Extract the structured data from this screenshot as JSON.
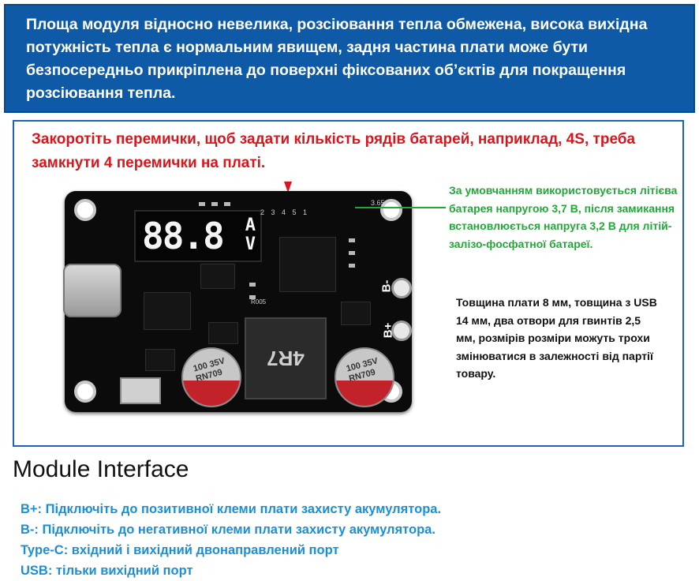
{
  "banner": {
    "text": "Площа модуля відносно невелика, розсіювання тепла обмежена, висока вихідна потужність тепла є нормальним явищем, задня частина плати може бути безпосередньо прикріплена до поверхні фіксованих об’єктів для покращення розсіювання тепла."
  },
  "notes": {
    "jumper": "Закоротіть перемички, щоб задати кількість рядів батарей, наприклад, 4S, треба замкнути 4 перемички на платі.",
    "default_battery": "За умовчанням використовується літієва батарея напругою 3,7 В, після замикання встановлюється напруга 3,2 В для літій-залізо-фосфатної батареї.",
    "dimensions": "Товщина плати 8 мм, товщина з USB 14 мм, два отвори для гвинтів 2,5 мм, розмірів розміри можуть трохи змінюватися в залежності від партії товару."
  },
  "board": {
    "display_digits": "88.8",
    "display_unit_top": "A",
    "display_unit_bottom": "V",
    "jumper_numbers": "2 3 4 5 1",
    "jumper_value": "3.65",
    "inductor_marking": "4R7",
    "cap_left_text": "100 35V RN709",
    "cap_right_text": "100 35V RN709",
    "pad_minus": "B-",
    "pad_plus": "B+",
    "resistor_label": "R005"
  },
  "heading": "Module Interface",
  "interface": [
    "B+: Підключіть до позитивної клеми плати захисту акумулятора.",
    "B-: Підключіть до негативної клеми плати захисту акумулятора.",
    "Type-C: вхідний і вихідний двонаправлений порт",
    "USB: тільки вихідний порт"
  ],
  "colors": {
    "banner": "#0e5aa7",
    "jumper_note": "#d8161c",
    "default_note": "#22a838",
    "interface": "#1a8fd8",
    "frame": "#1f63b5"
  }
}
